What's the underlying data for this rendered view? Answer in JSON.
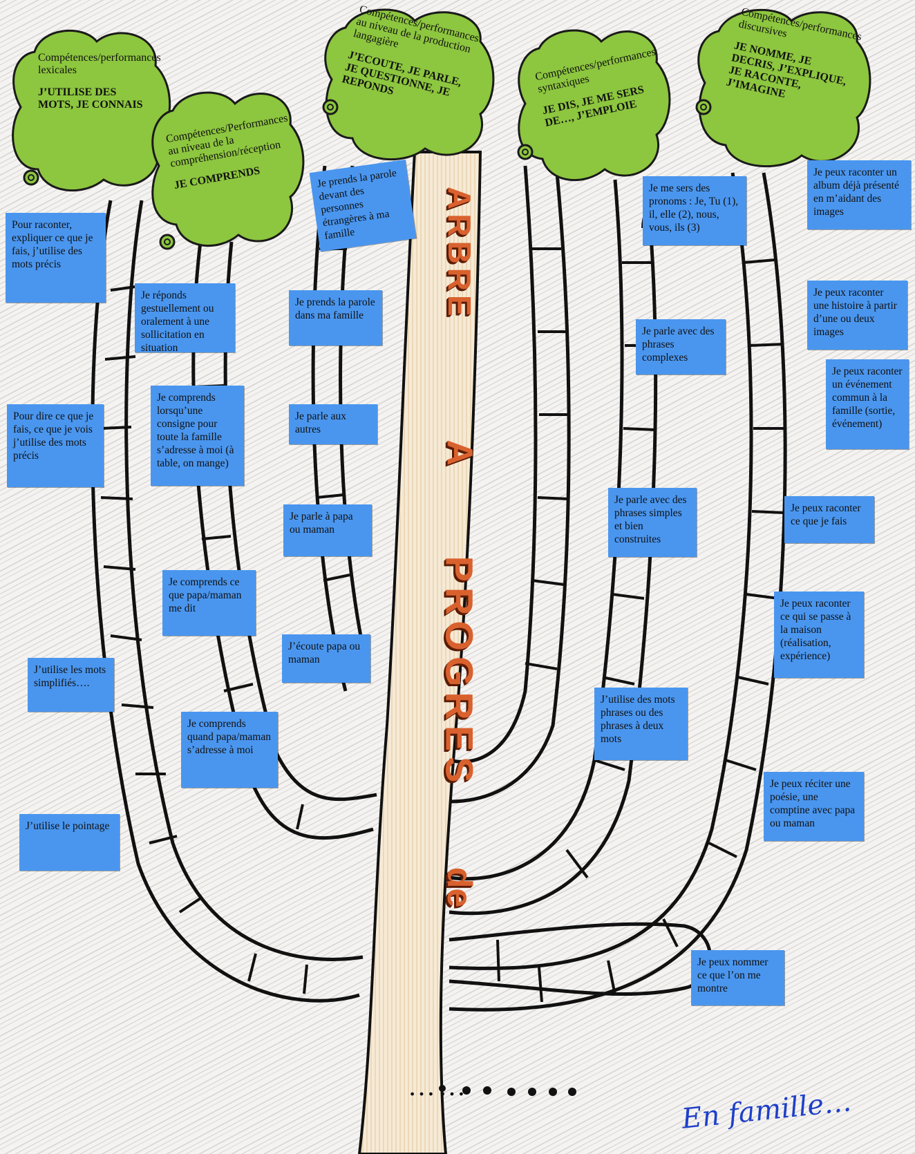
{
  "title": {
    "parts": [
      {
        "text": "ARBRE"
      },
      {
        "text": "A"
      },
      {
        "text": "PROGRES"
      },
      {
        "text": "de"
      }
    ],
    "trailing": "……"
  },
  "crowns": [
    {
      "heading": "Compétences/performances lexicales",
      "keyline": "J’UTILISE DES MOTS, JE CONNAIS"
    },
    {
      "heading": "Compétences/Performances au niveau de la compréhension/réception",
      "keyline": "JE COMPRENDS"
    },
    {
      "heading": "Compétences/performances au niveau de la production langagière",
      "keyline": "J’ECOUTE, JE PARLE, JE QUESTIONNE, JE REPONDS"
    },
    {
      "heading": "Compétences/performances syntaxiques",
      "keyline": "JE DIS, JE ME SERS DE…, J’EMPLOIE"
    },
    {
      "heading": "Compétences/performances discursives",
      "keyline": "JE NOMME, JE DECRIS, J’EXPLIQUE, JE RACONTE, J’IMAGINE"
    }
  ],
  "cards": [
    "Pour raconter, expliquer ce que je fais, j’utilise des mots précis",
    "Pour dire ce que je fais, ce que je vois j’utilise des mots précis",
    "J’utilise les mots simplifiés….",
    "J’utilise le pointage",
    "Je réponds gestuellement ou oralement à une sollicitation en situation",
    "Je comprends lorsqu’une consigne pour toute la famille s’adresse à moi (à table, on mange)",
    "Je comprends ce que papa/maman me dit",
    "Je comprends quand papa/maman s’adresse à moi",
    "Je prends la parole devant des personnes étrangères à ma famille",
    "Je prends la parole dans ma famille",
    "Je parle aux autres",
    "Je parle à papa ou maman",
    "J’écoute papa ou maman",
    "Je me sers des pronoms : Je, Tu (1), il, elle (2), nous, vous, ils (3)",
    "Je parle avec des phrases complexes",
    "Je parle avec des phrases simples et bien construites",
    "J’utilise des mots phrases ou des phrases à deux mots",
    "Je peux raconter un album déjà présenté en m’aidant des images",
    "Je peux raconter une histoire à partir d’une ou deux images",
    "Je peux raconter un événement commun à la famille (sortie, événement)",
    "Je peux raconter ce que je fais",
    "Je peux raconter ce qui se passe à la maison (réalisation, expérience)",
    "Je peux réciter une poésie, une comptine avec papa ou maman",
    "Je peux nommer ce que l’on me montre"
  ],
  "signature": "En famille…",
  "colors": {
    "card": "#4a96ef",
    "crown_fill": "#8dc63f",
    "crown_stroke": "#1a1a1a",
    "title_letters": "#d9612e",
    "signature": "#1d3fc9",
    "branch": "#111111"
  }
}
